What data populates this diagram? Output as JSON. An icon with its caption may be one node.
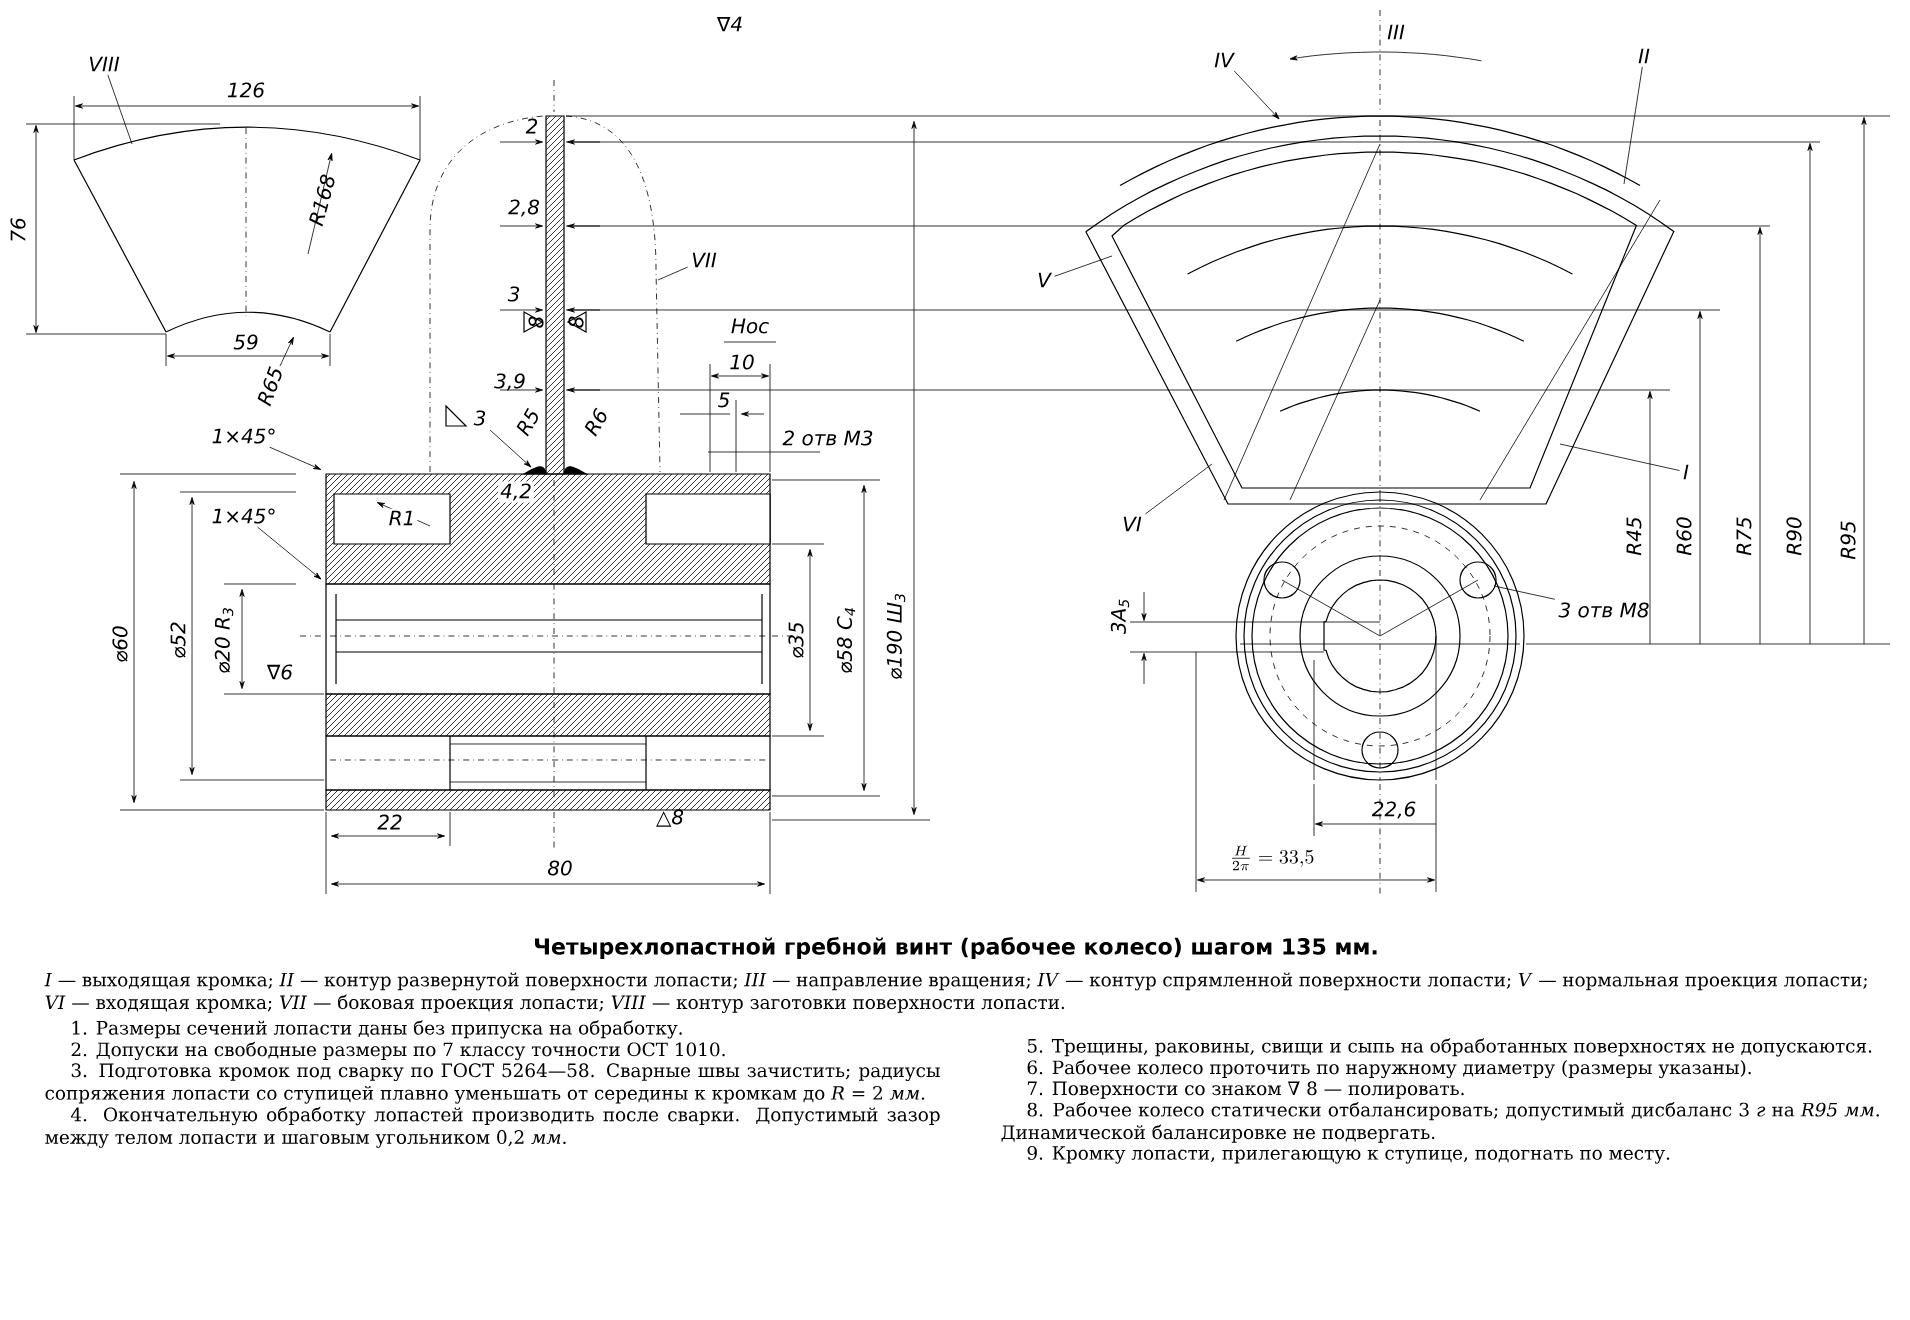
{
  "diagram": {
    "title": "Четырехлопастной гребной винт (рабочее колесо) шагом 135 мм.",
    "caption": "*I* — выходящая кромка; *II* — контур развернутой поверхности лопасти; *III* — направление вращения; *IV* — контур спрямленной поверхности лопасти; *V* — нормальная проекция лопасти; *VI* — входящая кромка; *VII* — боковая проекция лопасти; *VIII* — контур заготовки поверхности лопасти.",
    "nodes": [
      {
        "text": [
          "VIII"
        ]
      },
      {
        "text": [
          "IV"
        ]
      },
      {
        "text": [
          "II"
        ]
      },
      {
        "text": [
          "VII"
        ]
      },
      {
        "text": [
          "V"
        ]
      },
      {
        "text": [
          "1×45°"
        ]
      },
      {
        "text": [
          "1×45°"
        ]
      },
      {
        "text": [
          "VI"
        ]
      },
      {
        "text": [
          "I"
        ]
      },
      {
        "text": [
          "3 отв М8"
        ]
      },
      {
        "text": [],
        "shape": "picture"
      },
      {
        "text": [],
        "shape": "picture"
      },
      {
        "text": [],
        "shape": "picture"
      },
      {
        "text": [],
        "shape": "picture"
      },
      {
        "text": [],
        "shape": "picture"
      }
    ],
    "edges": [
      {
        "from": 0,
        "to": 10,
        "arrow": "none"
      },
      {
        "from": 1,
        "to": 13,
        "arrow": "to"
      },
      {
        "from": 2,
        "to": 13,
        "arrow": "none"
      },
      {
        "from": 3,
        "to": 11,
        "arrow": "none"
      },
      {
        "from": 4,
        "to": 13,
        "arrow": "none"
      },
      {
        "from": 5,
        "to": 12,
        "arrow": "to"
      },
      {
        "from": 6,
        "to": 12,
        "arrow": "to"
      },
      {
        "from": 7,
        "to": 13,
        "arrow": "none"
      },
      {
        "from": 8,
        "to": 13,
        "arrow": "none"
      },
      {
        "from": 9,
        "to": 14,
        "arrow": "none"
      }
    ],
    "labels": [
      "∇4",
      "126",
      "76",
      "R168",
      "2",
      "2,8",
      "3",
      "8",
      "8",
      "Нос",
      "10",
      "59",
      "3,9",
      "5",
      "R65",
      "3",
      "R5",
      "R6",
      "2 отв М3",
      "4,2",
      "R1",
      "⌀60",
      "⌀52",
      "⌀20 R$_{3}$",
      "∇6",
      "⌀35",
      "⌀58 С$_{4}$",
      "⌀190 Ш$_{3}$",
      "22",
      "△8",
      "80",
      "III",
      "R45",
      "R60",
      "R75",
      "R90",
      "R95",
      "3A$_{5}$",
      "22,6",
      "\\frac{H}{2\\pi}=33{,}5",
      "1. Размеры сечений лопасти даны без припуска на обработку.",
      "2. Допуски на свободные размеры по 7 классу точности ОСТ 1010.",
      "3. Подготовка кромок под сварку по ГОСТ 5264—58. Сварные швы зачистить; радиусы сопряжения лопасти со ступицей плавно уменьшать от середины к кромкам до *R* = 2 *мм*.",
      "4. Окончательную обработку лопастей производить после сварки. Допустимый зазор между телом лопасти и шаговым угольником 0,2 *мм*.",
      "5. Трещины, раковины, свищи и сыпь на обработанных поверхностях не допускаются.",
      "6. Рабочее колесо проточить по наружному диаметру (размеры указаны).",
      "7. Поверхности со знаком ∇ 8 — полировать.",
      "8. Рабочее колесо статически отбалансировать; допустимый дисбаланс 3 *г* на *R95* *мм*. Динамической балансировке не подвергать.",
      "9. Кромку лопасти, прилегающую к ступице, подогнать по месту."
    ]
  }
}
